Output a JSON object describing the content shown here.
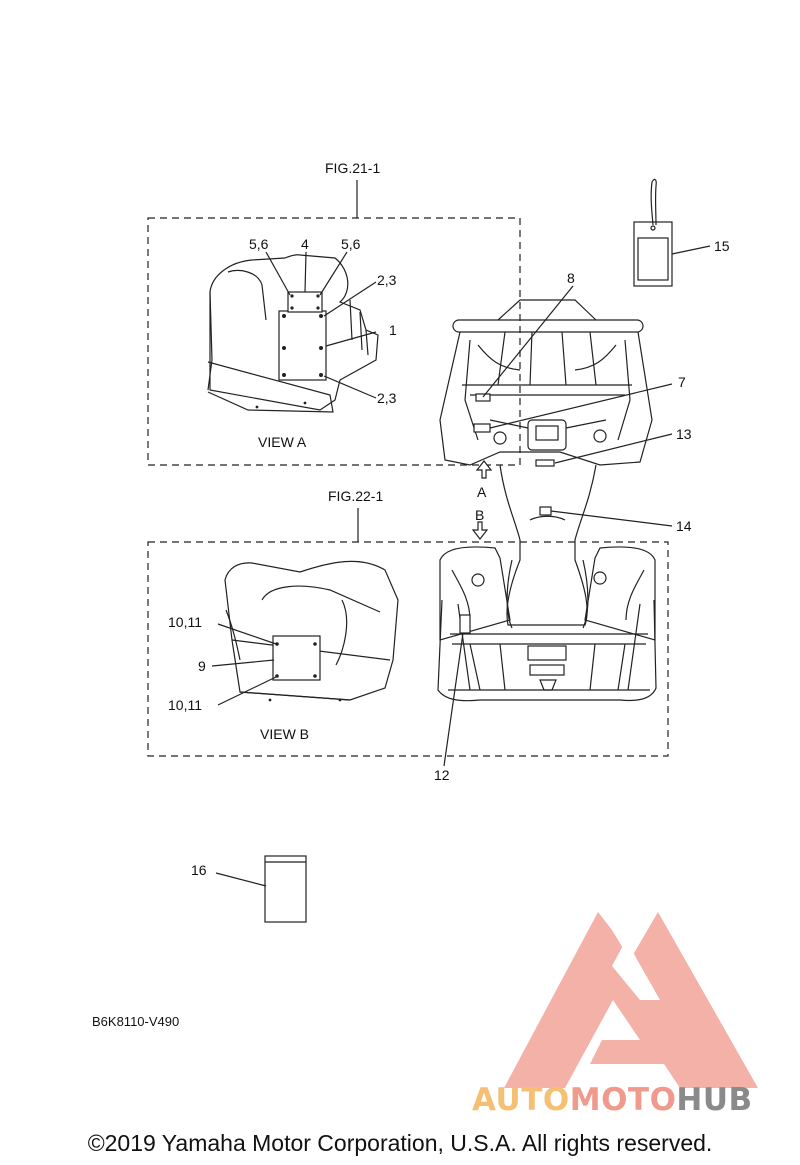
{
  "figure_refs": {
    "fig_a": "FIG.21-1",
    "fig_b": "FIG.22-1"
  },
  "views": {
    "view_a": "VIEW A",
    "view_b": "VIEW B"
  },
  "arrows": {
    "a": "A",
    "b": "B"
  },
  "callouts": {
    "c1": "1",
    "c23_top": "2,3",
    "c23_bottom": "2,3",
    "c4": "4",
    "c56_left": "5,6",
    "c56_right": "5,6",
    "c7": "7",
    "c8": "8",
    "c9": "9",
    "c1011_top": "10,11",
    "c1011_bottom": "10,11",
    "c12": "12",
    "c13": "13",
    "c14": "14",
    "c15": "15",
    "c16": "16"
  },
  "diagram_code": "B6K8110-V490",
  "copyright": "©2019 Yamaha Motor Corporation, U.S.A. All rights reserved.",
  "watermark": {
    "part1": "AUTO",
    "part2": "MOTO",
    "part3": "HUB"
  },
  "colors": {
    "watermark_red": "#f09a8e",
    "watermark_yellow": "#f5c074",
    "watermark_gray": "#8a8a8a"
  }
}
